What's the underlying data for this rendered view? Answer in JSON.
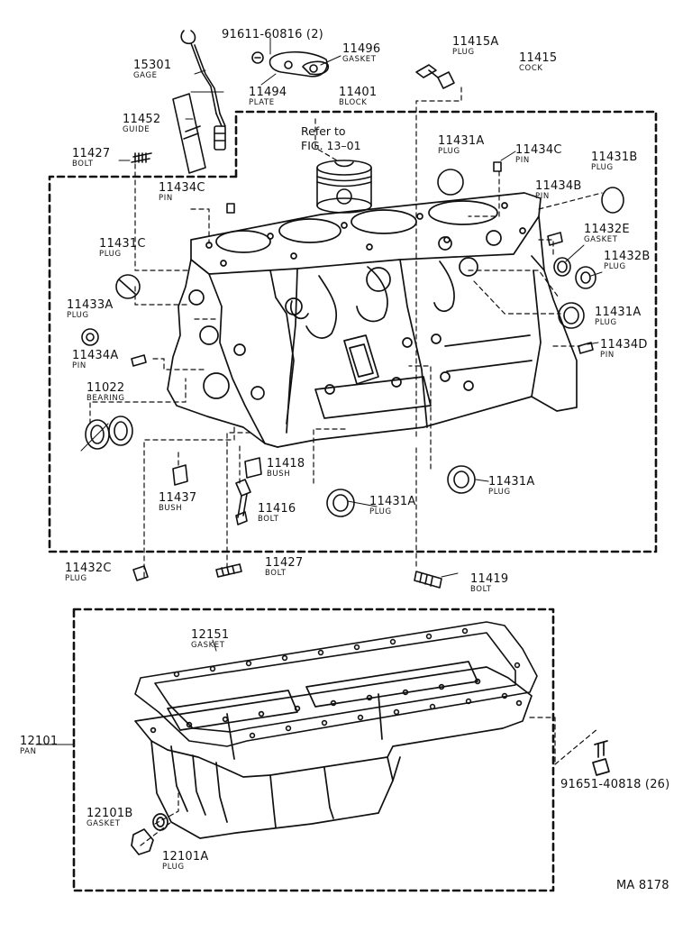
{
  "diagram": {
    "code": "MA 8178",
    "reference": {
      "line1": "Refer to",
      "line2": "FIG. 13–01"
    },
    "parts": [
      {
        "id": "p_91611",
        "number": "91611-60816 (2)",
        "name": ""
      },
      {
        "id": "p_11496",
        "number": "11496",
        "name": "GASKET"
      },
      {
        "id": "p_11415A",
        "number": "11415A",
        "name": "PLUG"
      },
      {
        "id": "p_11415",
        "number": "11415",
        "name": "COCK"
      },
      {
        "id": "p_15301",
        "number": "15301",
        "name": "GAGE"
      },
      {
        "id": "p_11494",
        "number": "11494",
        "name": "PLATE"
      },
      {
        "id": "p_11401",
        "number": "11401",
        "name": "BLOCK"
      },
      {
        "id": "p_11452",
        "number": "11452",
        "name": "GUIDE"
      },
      {
        "id": "p_11431A_top",
        "number": "11431A",
        "name": "PLUG"
      },
      {
        "id": "p_11434C_top",
        "number": "11434C",
        "name": "PIN"
      },
      {
        "id": "p_11431B",
        "number": "11431B",
        "name": "PLUG"
      },
      {
        "id": "p_11427_top",
        "number": "11427",
        "name": "BOLT"
      },
      {
        "id": "p_11434C_left",
        "number": "11434C",
        "name": "PIN"
      },
      {
        "id": "p_11434B",
        "number": "11434B",
        "name": "PIN"
      },
      {
        "id": "p_11432E",
        "number": "11432E",
        "name": "GASKET"
      },
      {
        "id": "p_11431C",
        "number": "11431C",
        "name": "PLUG"
      },
      {
        "id": "p_11432B",
        "number": "11432B",
        "name": "PLUG"
      },
      {
        "id": "p_11433A",
        "number": "11433A",
        "name": "PLUG"
      },
      {
        "id": "p_11431A_right",
        "number": "11431A",
        "name": "PLUG"
      },
      {
        "id": "p_11434A",
        "number": "11434A",
        "name": "PIN"
      },
      {
        "id": "p_11434D",
        "number": "11434D",
        "name": "PIN"
      },
      {
        "id": "p_11022",
        "number": "11022",
        "name": "BEARING"
      },
      {
        "id": "p_11418",
        "number": "11418",
        "name": "BUSH"
      },
      {
        "id": "p_11431A_br",
        "number": "11431A",
        "name": "PLUG"
      },
      {
        "id": "p_11437",
        "number": "11437",
        "name": "BUSH"
      },
      {
        "id": "p_11416",
        "number": "11416",
        "name": "BOLT"
      },
      {
        "id": "p_11431A_bot",
        "number": "11431A",
        "name": "PLUG"
      },
      {
        "id": "p_11432C",
        "number": "11432C",
        "name": "PLUG"
      },
      {
        "id": "p_11427_bot",
        "number": "11427",
        "name": "BOLT"
      },
      {
        "id": "p_11419",
        "number": "11419",
        "name": "BOLT"
      },
      {
        "id": "p_12151",
        "number": "12151",
        "name": "GASKET"
      },
      {
        "id": "p_12101",
        "number": "12101",
        "name": "PAN"
      },
      {
        "id": "p_91651",
        "number": "91651-40818 (26)",
        "name": ""
      },
      {
        "id": "p_12101B",
        "number": "12101B",
        "name": "GASKET"
      },
      {
        "id": "p_12101A",
        "number": "12101A",
        "name": "PLUG"
      }
    ]
  }
}
